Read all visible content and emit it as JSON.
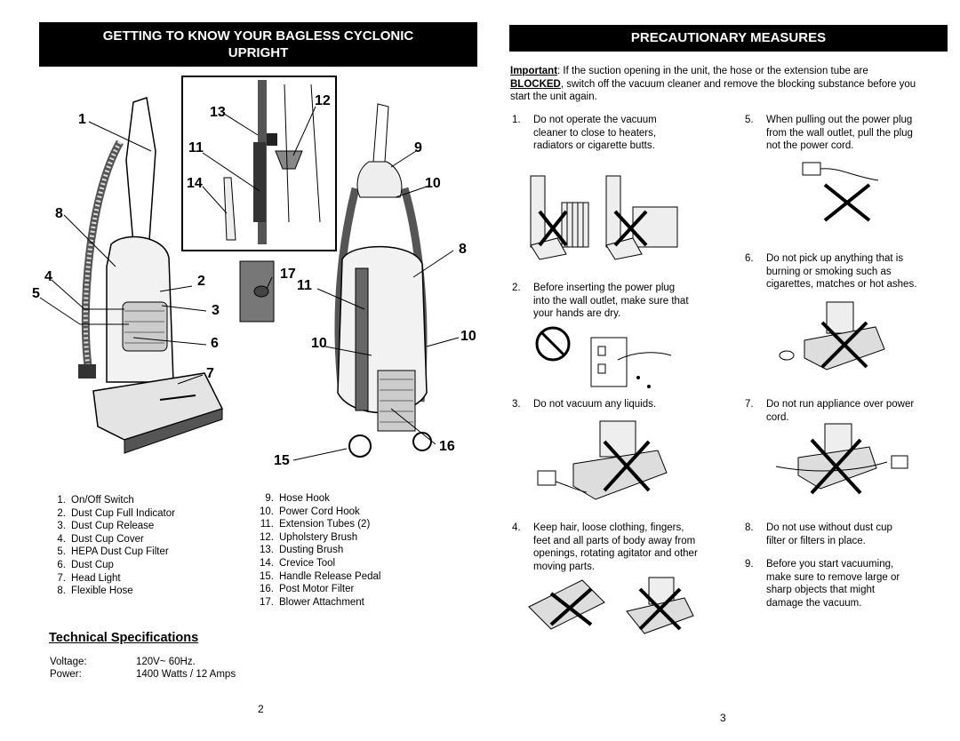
{
  "left_page": {
    "banner_line1": "GETTING TO KNOW  YOUR  BAGLESS  CYCLONIC",
    "banner_line2": "UPRIGHT",
    "callouts": [
      "1",
      "13",
      "12",
      "11",
      "9",
      "14",
      "10",
      "8",
      "8",
      "4",
      "2",
      "17",
      "11",
      "5",
      "3",
      "10",
      "10",
      "6",
      "7",
      "16",
      "15"
    ],
    "parts_col1": [
      {
        "n": "1.",
        "t": "On/Off Switch"
      },
      {
        "n": "2.",
        "t": "Dust Cup Full Indicator"
      },
      {
        "n": "3.",
        "t": "Dust Cup Release"
      },
      {
        "n": "4.",
        "t": "Dust Cup Cover"
      },
      {
        "n": "5.",
        "t": "HEPA Dust Cup Filter"
      },
      {
        "n": "6.",
        "t": "Dust Cup"
      },
      {
        "n": "7.",
        "t": "Head Light"
      },
      {
        "n": "8.",
        "t": "Flexible Hose"
      }
    ],
    "parts_col2": [
      {
        "n": "9.",
        "t": "Hose Hook"
      },
      {
        "n": "10.",
        "t": "Power Cord Hook"
      },
      {
        "n": "11.",
        "t": "Extension Tubes (2)"
      },
      {
        "n": "12.",
        "t": "Upholstery Brush"
      },
      {
        "n": "13.",
        "t": "Dusting Brush"
      },
      {
        "n": "14.",
        "t": "Crevice Tool"
      },
      {
        "n": "15.",
        "t": "Handle Release Pedal"
      },
      {
        "n": "16.",
        "t": "Post Motor Filter"
      },
      {
        "n": "17.",
        "t": "Blower Attachment"
      }
    ],
    "specs_title": "Technical Specifications",
    "specs": [
      {
        "label": "Voltage:",
        "value": "120V~  60Hz."
      },
      {
        "label": "Power:",
        "value": "1400 Watts / 12 Amps"
      }
    ],
    "page_number": "2"
  },
  "right_page": {
    "banner": "PRECAUTIONARY MEASURES",
    "intro_important": "Important",
    "intro_part1": ":  If the suction opening in the unit, the hose or the extension tube are",
    "intro_blocked": "BLOCKED",
    "intro_part2": ", switch off the vacuum cleaner and remove the blocking substance before you start the unit again.",
    "items": [
      {
        "n": "1.",
        "t1": "Do not operate the vacuum",
        "t2": "cleaner to close to heaters,",
        "t3": "radiators or cigarette butts."
      },
      {
        "n": "2.",
        "t1": "Before inserting the power plug",
        "t2": "into the wall outlet, make sure that",
        "t3": "your hands are dry."
      },
      {
        "n": "3.",
        "t1": "Do not vacuum any liquids.",
        "t2": "",
        "t3": ""
      },
      {
        "n": "4.",
        "t1": " Keep hair, loose clothing, fingers,",
        "t2": "feet and all parts of body away from",
        "t3": "openings, rotating agitator and other",
        "t4": "moving parts."
      },
      {
        "n": "5.",
        "t1": "When pulling out the power plug",
        "t2": "from the wall outlet, pull the plug",
        "t3": "not the power cord."
      },
      {
        "n": "6.",
        "t1": "Do not pick up anything that is",
        "t2": "burning or smoking such as",
        "t3": "cigarettes, matches or hot ashes."
      },
      {
        "n": "7.",
        "t1": "Do not run appliance over power",
        "t2": "cord.",
        "t3": ""
      },
      {
        "n": "8.",
        "t1": "Do not use without dust cup",
        "t2": "filter or filters in place.",
        "t3": ""
      },
      {
        "n": "9.",
        "t1": "Before you start vacuuming,",
        "t2": "make sure to remove large or",
        "t3": "sharp objects that might",
        "t4": "damage the vacuum."
      }
    ],
    "page_number": "3"
  }
}
